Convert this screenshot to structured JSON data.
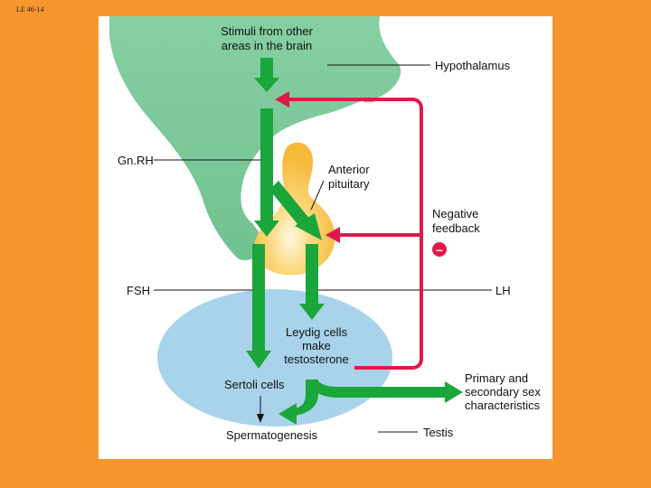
{
  "slide_label": "LE 46-14",
  "labels": {
    "stimuli_line1": "Stimuli from other",
    "stimuli_line2": "areas in the brain",
    "hypothalamus": "Hypothalamus",
    "gnrh": "Gn.RH",
    "anterior_pituitary_line1": "Anterior",
    "anterior_pituitary_line2": "pituitary",
    "negative_feedback_line1": "Negative",
    "negative_feedback_line2": "feedback",
    "minus_sign": "–",
    "fsh": "FSH",
    "lh": "LH",
    "leydig_line1": "Leydig cells",
    "leydig_line2": "make",
    "leydig_line3": "testosterone",
    "sertoli": "Sertoli cells",
    "spermatogenesis": "Spermatogenesis",
    "testis": "Testis",
    "effects_line1": "Primary and",
    "effects_line2": "secondary sex",
    "effects_line3": "characteristics"
  },
  "colors": {
    "background": "#f7962f",
    "panel": "#ffffff",
    "hypothalamus": "#7ec99a",
    "pituitary": "#f9c04a",
    "testis": "#a8d3ea",
    "hormone_arrow": "#1aa63a",
    "feedback_arrow": "#e1184a"
  }
}
